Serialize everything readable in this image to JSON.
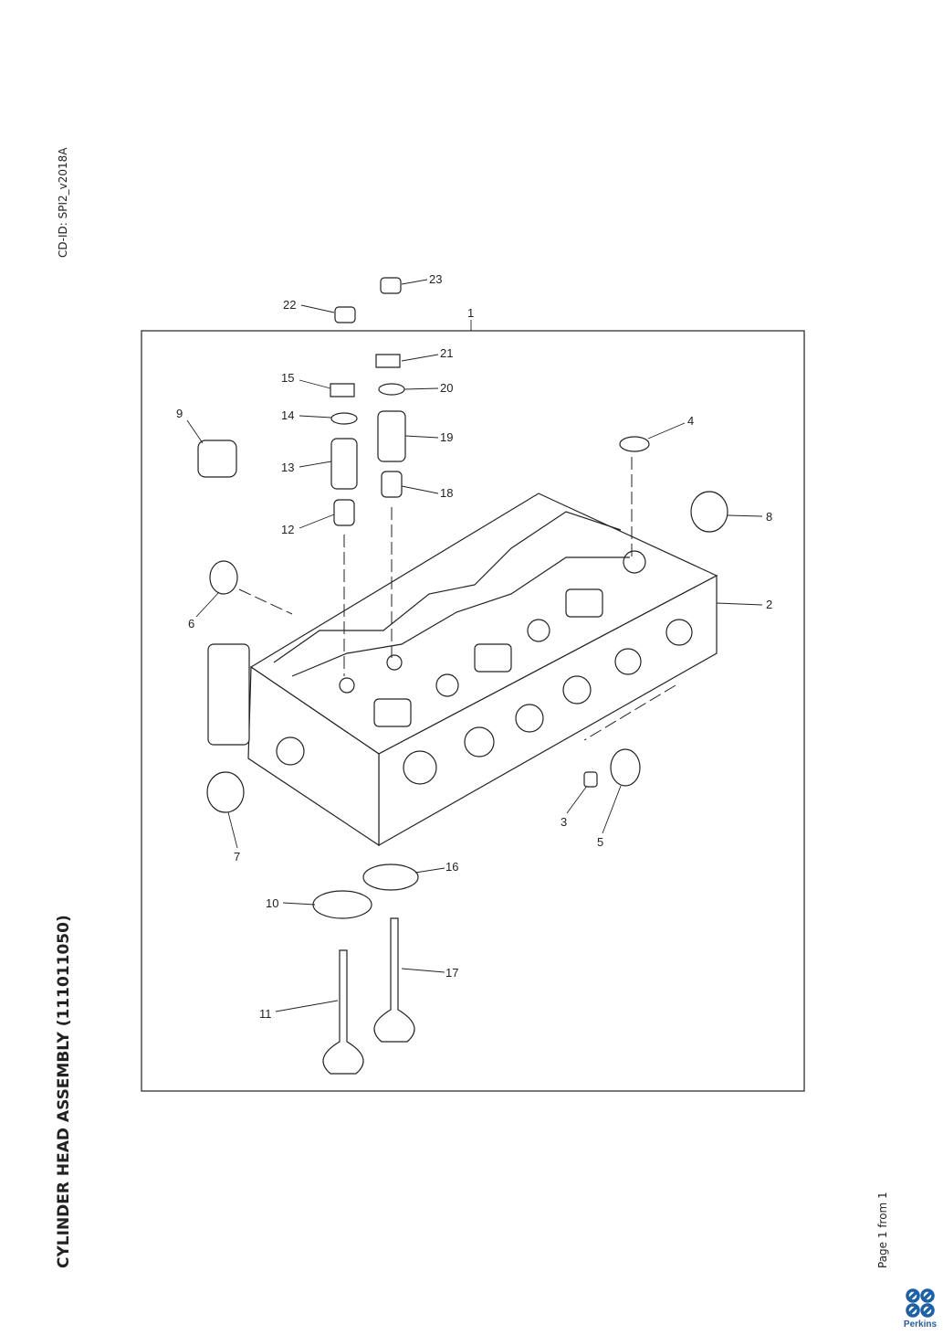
{
  "document": {
    "title": "CYLINDER HEAD ASSEMBLY (111011050)",
    "cd_id": "CD-ID: SPI2_v2018A",
    "page_label": "Page 1 from 1",
    "brand": "Perkins",
    "brand_color": "#1d5fa8"
  },
  "callouts": [
    "1",
    "2",
    "3",
    "4",
    "5",
    "6",
    "7",
    "8",
    "9",
    "10",
    "11",
    "12",
    "13",
    "14",
    "15",
    "16",
    "17",
    "18",
    "19",
    "20",
    "21",
    "22",
    "23"
  ]
}
